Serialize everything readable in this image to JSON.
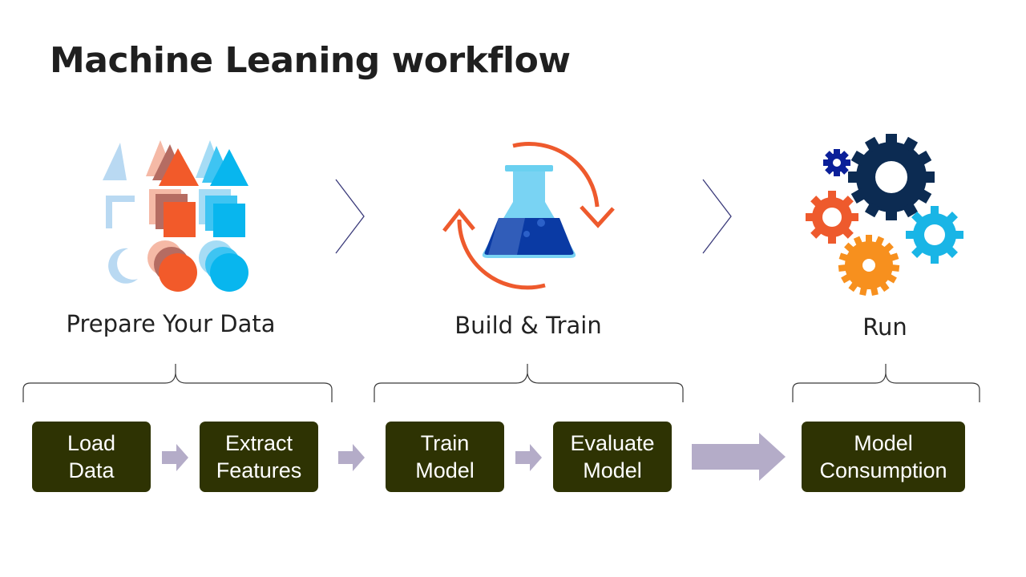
{
  "title": "Machine Leaning workflow",
  "stages": [
    {
      "label": "Prepare Your Data"
    },
    {
      "label": "Build & Train"
    },
    {
      "label": "Run"
    }
  ],
  "steps": [
    {
      "line1": "Load",
      "line2": "Data"
    },
    {
      "line1": "Extract",
      "line2": "Features"
    },
    {
      "line1": "Train",
      "line2": "Model"
    },
    {
      "line1": "Evaluate",
      "line2": "Model"
    },
    {
      "line1": "Model",
      "line2": "Consumption"
    }
  ],
  "colors": {
    "step_box": "#2e3303",
    "arrow": "#b4acc8",
    "orange": "#f25a2a",
    "cyan": "#08b6ee",
    "navy": "#0c2b52",
    "gear_orange": "#f7901e"
  }
}
